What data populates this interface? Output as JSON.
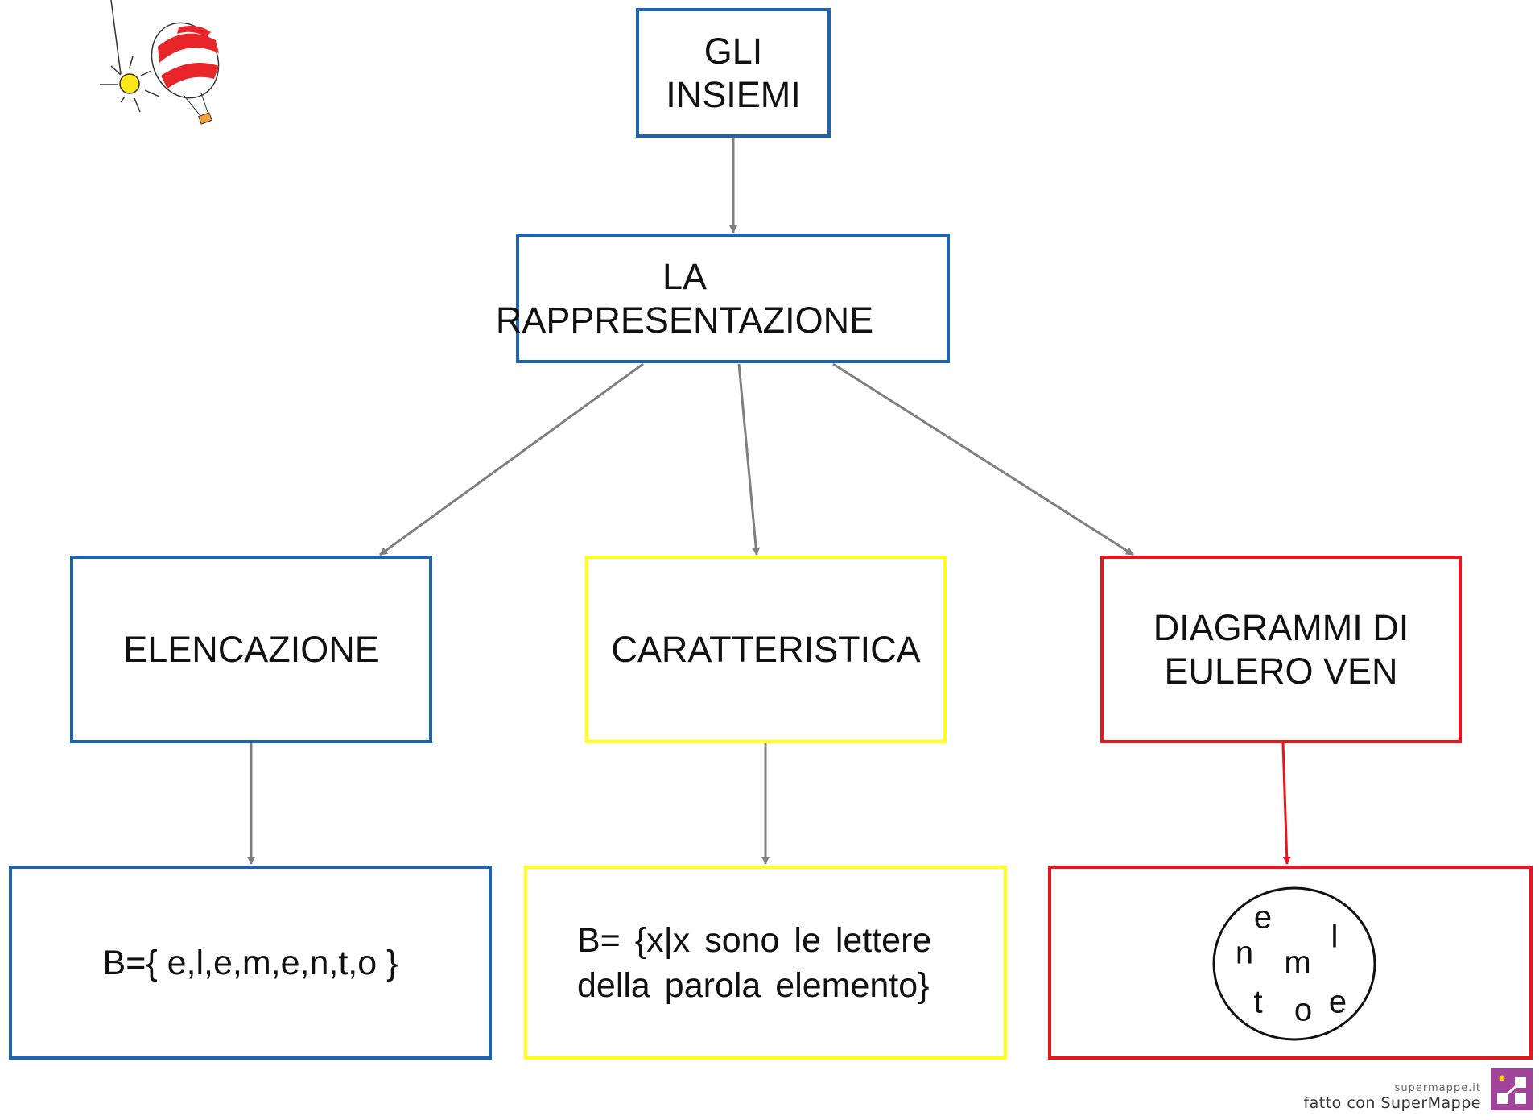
{
  "nodes": {
    "root": "GLI INSIEMI",
    "representation": "LA RAPPRESENTAZIONE",
    "listing": "ELENCAZIONE",
    "characteristic": "CARATTERISTICA",
    "diagrams": "DIAGRAMMI DI EULERO VEN",
    "listing_example": "B={ e,l,e,m,e,n,t,o }",
    "characteristic_example_line1": "B= {x|x sono le lettere",
    "characteristic_example_line2": "della parola elemento}"
  },
  "venn_letters": [
    "e",
    "l",
    "n",
    "m",
    "t",
    "o",
    "e"
  ],
  "footer": {
    "site": "supermappe.it",
    "made_with": "fatto con SuperMappe"
  },
  "colors": {
    "blue": "#1f63b0",
    "yellow": "#ffff1a",
    "red": "#e8151d",
    "arrow": "#7f7f7f"
  }
}
